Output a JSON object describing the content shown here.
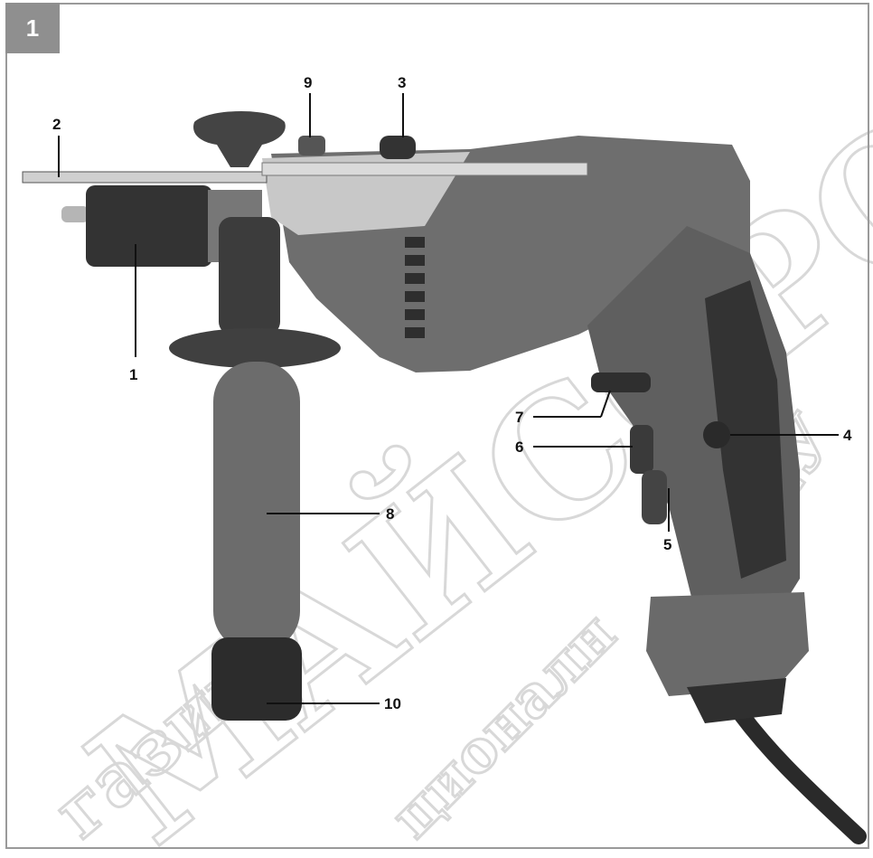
{
  "figure": {
    "number": "1"
  },
  "callouts": [
    {
      "id": "1",
      "label": "1"
    },
    {
      "id": "2",
      "label": "2"
    },
    {
      "id": "3",
      "label": "3"
    },
    {
      "id": "4",
      "label": "4"
    },
    {
      "id": "5",
      "label": "5"
    },
    {
      "id": "6",
      "label": "6"
    },
    {
      "id": "7",
      "label": "7"
    },
    {
      "id": "8",
      "label": "8"
    },
    {
      "id": "9",
      "label": "9"
    },
    {
      "id": "10",
      "label": "10"
    }
  ],
  "watermark": {
    "large_text": "МАЙСОРО",
    "arc_text_left": "газин",
    "arc_text_mid": "ционалн",
    "arc_text_right": "РЕУ"
  },
  "colors": {
    "frame": "#9a9a9a",
    "badge": "#8f8f8f",
    "tool_body": "#6e6e6e",
    "tool_dark": "#3a3a3a",
    "metal": "#c8c8c8",
    "watermark": "#d8d8d8"
  }
}
